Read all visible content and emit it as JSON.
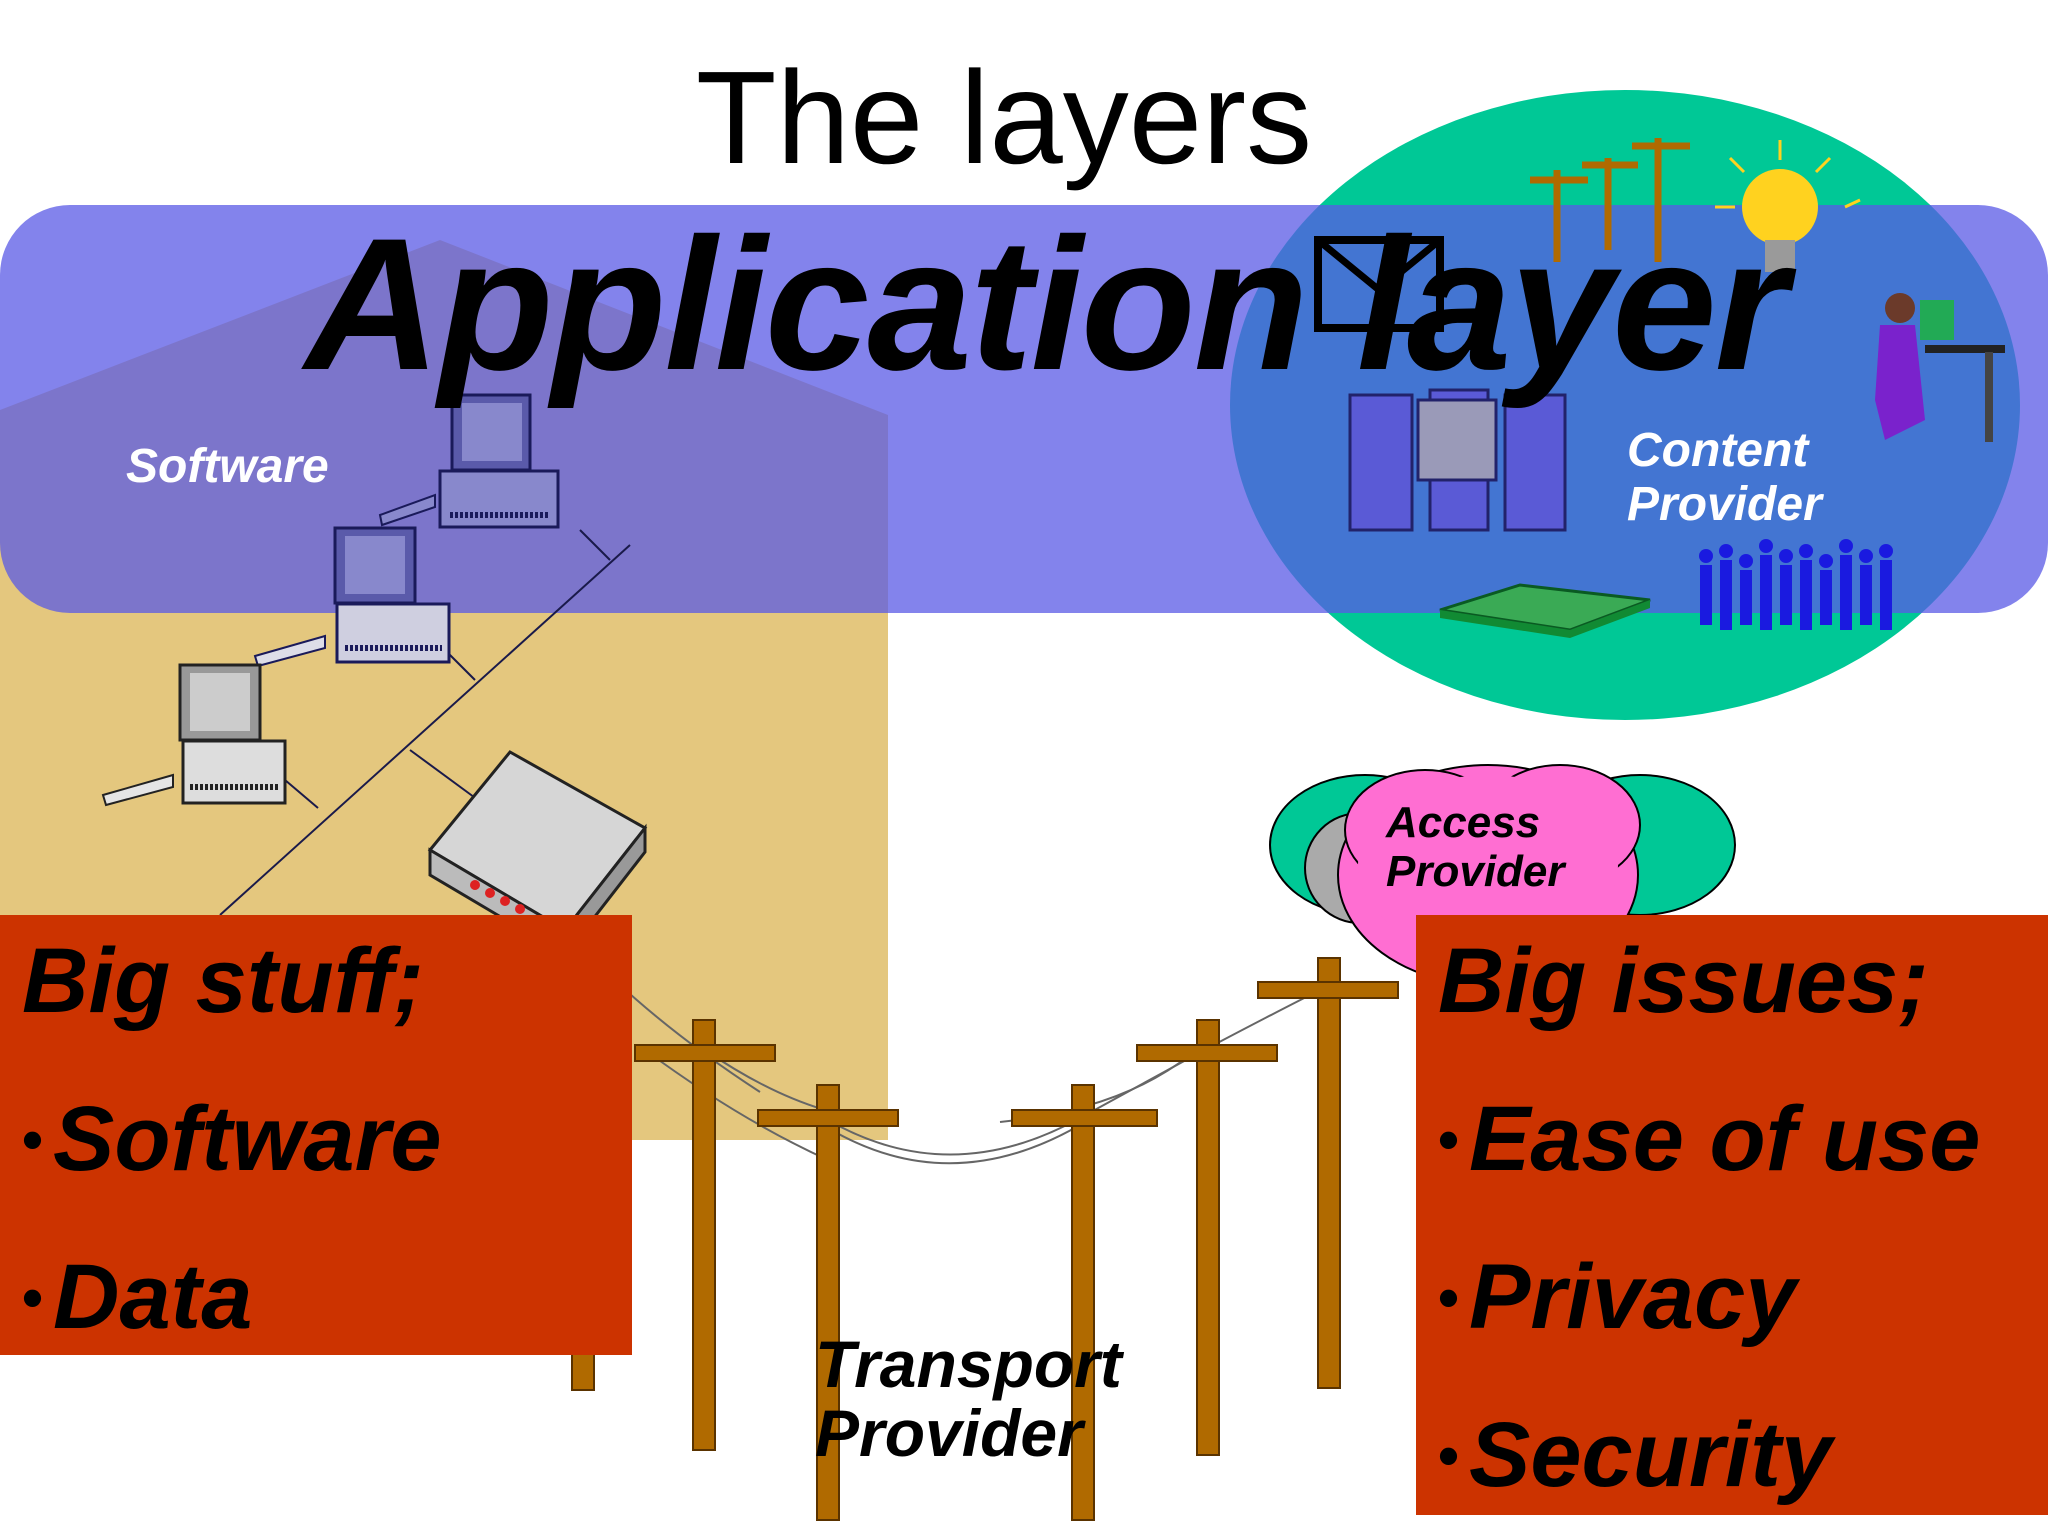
{
  "title": "The layers",
  "banner": "Application layer",
  "labels": {
    "software": "Software",
    "content_provider": [
      "Content",
      "Provider"
    ],
    "access_provider": [
      "Access",
      "Provider"
    ],
    "transport_provider": [
      "Transport",
      "Provider"
    ]
  },
  "left_box": {
    "heading": "Big stuff;",
    "items": [
      "Software",
      "Data"
    ]
  },
  "right_box": {
    "heading": "Big issues;",
    "items": [
      "Ease of use",
      "Privacy",
      "Security"
    ]
  },
  "colors": {
    "application_band": "#6f6fe6",
    "software_house": "#e4c77e",
    "content_ellipse": "#00c896",
    "access_cloud": "#ff6ed2",
    "box_fill": "#cc3300",
    "pole": "#b06a00"
  }
}
